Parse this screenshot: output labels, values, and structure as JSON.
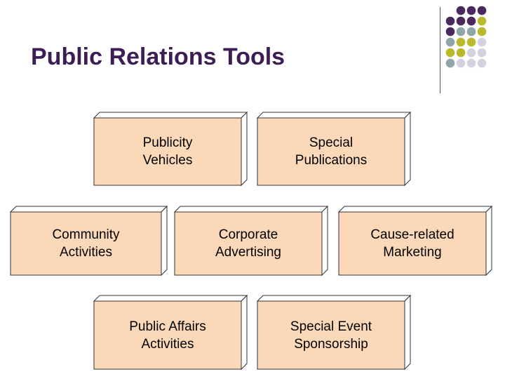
{
  "slide": {
    "title": "Public Relations Tools"
  },
  "theme": {
    "title_color": "#3c1d55",
    "box_face": "#fad8b8",
    "box_side": "#ffffff",
    "box_stroke": "#333333",
    "dot_colors": {
      "purple": "#4a2a5e",
      "gray": "#8fa5a8",
      "olive": "#b9b92c",
      "light": "#d3d3e0"
    }
  },
  "tools": [
    {
      "id": "publicity-vehicles",
      "label": "Publicity\nVehicles"
    },
    {
      "id": "special-publications",
      "label": "Special\nPublications"
    },
    {
      "id": "community-activities",
      "label": "Community\nActivities"
    },
    {
      "id": "corporate-advertising",
      "label": "Corporate\nAdvertising"
    },
    {
      "id": "cause-related-marketing",
      "label": "Cause-related\nMarketing"
    },
    {
      "id": "public-affairs-activities",
      "label": "Public Affairs\nActivities"
    },
    {
      "id": "special-event-sponsorship",
      "label": "Special Event\nSponsorship"
    }
  ]
}
